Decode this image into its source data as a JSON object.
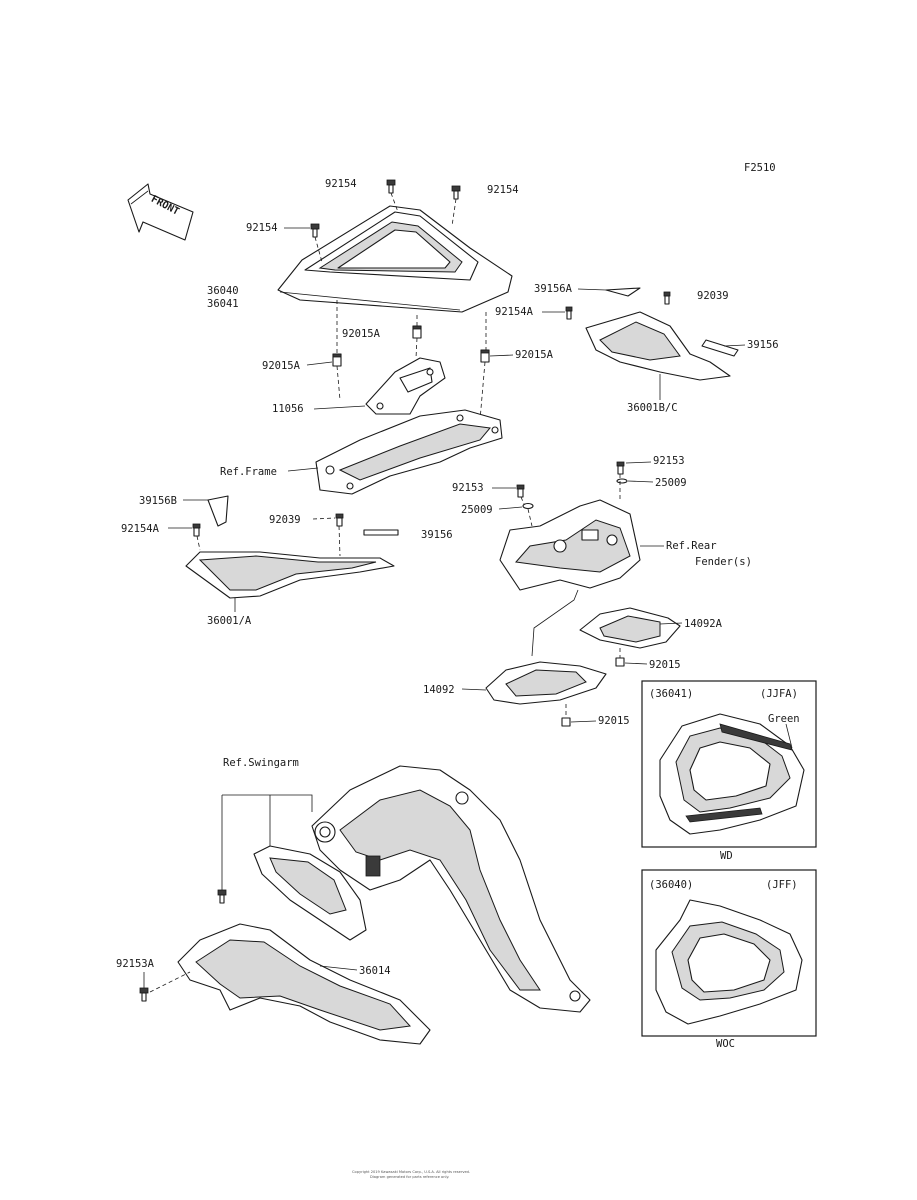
{
  "figure_code": "F2510",
  "front_arrow_label": "FRONT",
  "labels": {
    "bolt_top_center": "92154",
    "bolt_top_right": "92154",
    "bolt_top_left": "92154",
    "seat_cover": "36040",
    "seat_cover_alt": "36041",
    "collar_center": "92015A",
    "collar_left": "92015A",
    "collar_right": "92015A",
    "bracket": "11056",
    "ref_frame": "Ref.Frame",
    "stay_r": "39156A",
    "bolt_r": "92154A",
    "screw_r": "92039",
    "pad_r": "39156",
    "cover_r": "36001B/C",
    "stay_l": "39156B",
    "bolt_l": "92154A",
    "screw_l": "92039",
    "pad_l": "39156",
    "cover_l": "36001/A",
    "bolt_fender_r": "92153",
    "washer_r": "25009",
    "bolt_fender_l": "92153",
    "washer_l": "25009",
    "ref_rear": "Ref.Rear",
    "ref_fender": "Fender(s)",
    "guard_r": "14092A",
    "nut_r": "92015",
    "guard_l": "14092",
    "nut_l": "92015",
    "ref_swingarm": "Ref.Swingarm",
    "bolt_chain": "92153A",
    "chain_cover": "36014"
  },
  "inset_top": {
    "part": "(36041)",
    "variant": "(JJFA)",
    "color_note": "Green",
    "caption": "WD"
  },
  "inset_bottom": {
    "part": "(36040)",
    "variant": "(JFF)",
    "caption": "WOC"
  },
  "footer_line1": "Copyright 2019 Kawasaki Motors Corp., U.S.A. All rights reserved.",
  "footer_line2": "Diagram generated for parts reference only."
}
